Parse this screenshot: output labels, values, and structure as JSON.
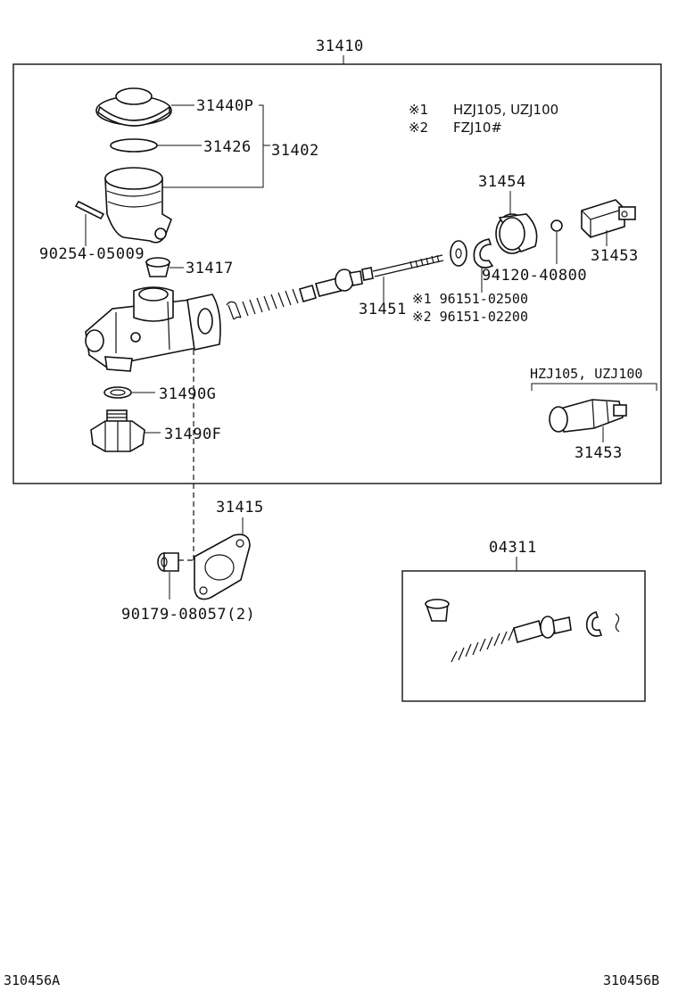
{
  "labels": {
    "assembly": "31410",
    "cap": "31440P",
    "diaphragm": "31426",
    "reservoir_set": "31402",
    "reservoir_pin": "90254-05009",
    "grommet": "31417",
    "piston_kit_ref": "31454",
    "switch": "31453",
    "switch_alt": "31453",
    "snap_ring": "94120-40800",
    "push_rod": "31451",
    "rod_note_1": "※1 96151-02500",
    "rod_note_2": "※2 96151-02200",
    "gasket_washer": "31490G",
    "union": "31490F",
    "gasket": "31415",
    "nut": "90179-08057(2)",
    "repair_kit": "04311",
    "footer_left": "310456A",
    "footer_right": "310456B"
  },
  "legend": {
    "note1_mark": "※1",
    "note1_text": "HZJ105, UZJ100",
    "note2_mark": "※2",
    "note2_text": "FZJ10#"
  },
  "bracket_label": "HZJ105, UZJ100"
}
